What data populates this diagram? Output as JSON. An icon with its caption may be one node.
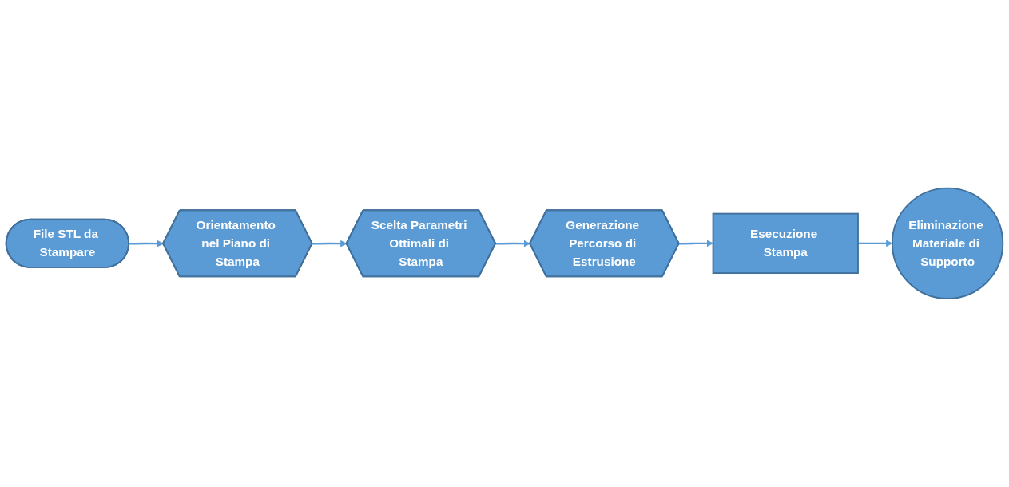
{
  "diagram": {
    "nodes": [
      {
        "text": [
          "File STL da Stampare"
        ]
      },
      {
        "text": [
          "Orientamento nel Piano di Stampa"
        ]
      },
      {
        "text": [
          "Scelta Parametri Ottimali di Stampa"
        ]
      },
      {
        "text": [
          "Generazione Percorso di Estrusione"
        ]
      },
      {
        "text": [
          "Esecuzione Stampa"
        ]
      },
      {
        "text": [
          "Eliminazione Materiale di Supporto"
        ]
      }
    ],
    "edges": [
      {
        "from": 0,
        "to": 1,
        "arrow": "to"
      },
      {
        "from": 1,
        "to": 2,
        "arrow": "to"
      },
      {
        "from": 2,
        "to": 3,
        "arrow": "to"
      },
      {
        "from": 3,
        "to": 4,
        "arrow": "to"
      },
      {
        "from": 4,
        "to": 5,
        "arrow": "to"
      }
    ]
  }
}
